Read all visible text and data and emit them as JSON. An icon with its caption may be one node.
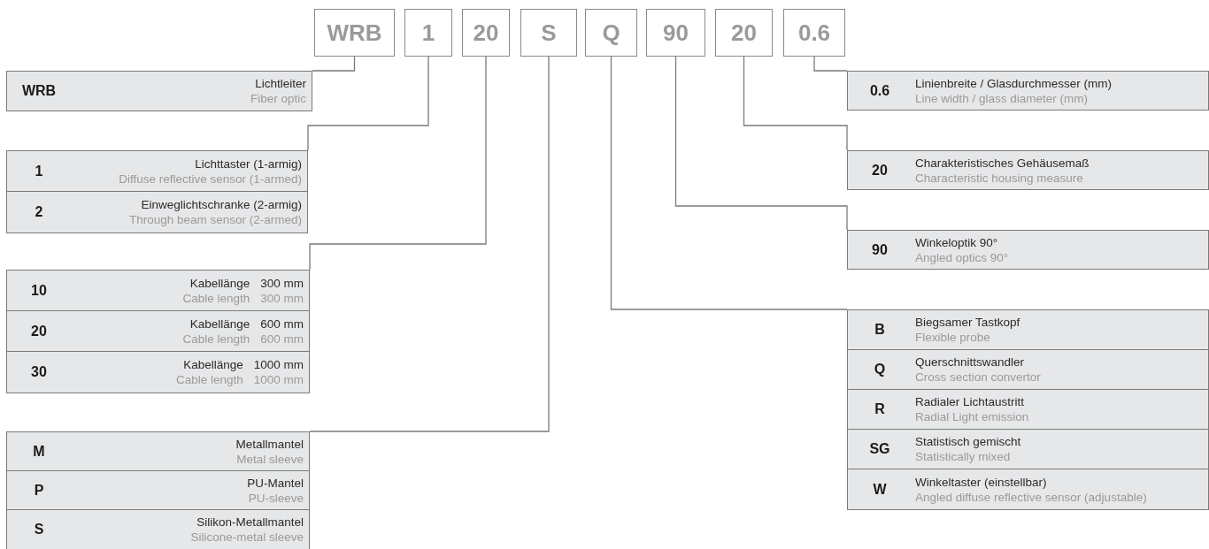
{
  "diagram": {
    "nodes": [
      {
        "text": [
          "WRB"
        ]
      },
      {
        "text": [
          "1"
        ]
      },
      {
        "text": [
          "20"
        ]
      },
      {
        "text": [
          "S"
        ]
      },
      {
        "text": [
          "Q"
        ]
      },
      {
        "text": [
          "90"
        ]
      },
      {
        "text": [
          "20"
        ]
      },
      {
        "text": [
          "0.6"
        ]
      },
      {
        "text": [
          "WRB",
          "Lichtleiter",
          "Fiber optic"
        ]
      },
      {
        "text": [],
        "shape": "box"
      },
      {
        "text": [
          "1",
          "Lichttaster (1-armig)",
          "Diffuse reflective sensor (1-armed)"
        ],
        "in": 9
      },
      {
        "text": [
          "2",
          "Einweglichtschranke (2-armig)",
          "Through beam sensor (2-armed)"
        ],
        "in": 9
      },
      {
        "text": [],
        "shape": "box"
      },
      {
        "text": [
          "10",
          "Kabellänge",
          "Cable length",
          "300 mm",
          "300 mm"
        ],
        "in": 12
      },
      {
        "text": [
          "20",
          "Kabellänge",
          "Cable length",
          "600 mm",
          "600 mm"
        ],
        "in": 12
      },
      {
        "text": [
          "30",
          "Kabellänge",
          "Cable length",
          "1000 mm",
          "1000 mm"
        ],
        "in": 12
      },
      {
        "text": [],
        "shape": "box"
      },
      {
        "text": [
          "M",
          "Metallmantel",
          "Metal sleeve"
        ],
        "in": 16
      },
      {
        "text": [
          "P",
          "PU-Mantel",
          "PU-sleeve"
        ],
        "in": 16
      },
      {
        "text": [
          "S",
          "Silikon-Metallmantel",
          "Silicone-metal sleeve"
        ],
        "in": 16
      },
      {
        "text": [
          "0.6",
          "Linienbreite / Glasdurchmesser (mm)",
          "Line width / glass diameter (mm)"
        ]
      },
      {
        "text": [
          "20",
          "Charakteristisches Gehäusemaß",
          "Characteristic housing measure"
        ]
      },
      {
        "text": [
          "90",
          "Winkeloptik 90°",
          "Angled optics 90°"
        ]
      },
      {
        "text": [],
        "shape": "box"
      },
      {
        "text": [
          "B",
          "Biegsamer Tastkopf",
          "Flexible probe"
        ],
        "in": 23
      },
      {
        "text": [
          "Q",
          "Querschnittswandler",
          "Cross section convertor"
        ],
        "in": 23
      },
      {
        "text": [
          "R",
          "Radialer Lichtaustritt",
          "Radial Light emission"
        ],
        "in": 23
      },
      {
        "text": [
          "SG",
          "Statistisch gemischt",
          "Statistically mixed"
        ],
        "in": 23
      },
      {
        "text": [
          "W",
          "Winkeltaster (einstellbar)",
          "Angled diffuse reflective sensor (adjustable)"
        ],
        "in": 23
      }
    ],
    "edges": [
      {
        "from": 0,
        "to": 8,
        "arrow": "none"
      },
      {
        "from": 1,
        "to": 9,
        "arrow": "none"
      },
      {
        "from": 2,
        "to": 12,
        "arrow": "none"
      },
      {
        "from": 3,
        "to": 16,
        "arrow": "none"
      },
      {
        "from": 7,
        "to": 20,
        "arrow": "none"
      },
      {
        "from": 6,
        "to": 21,
        "arrow": "none"
      },
      {
        "from": 5,
        "to": 22,
        "arrow": "none"
      },
      {
        "from": 4,
        "to": 23,
        "arrow": "none"
      }
    ]
  }
}
